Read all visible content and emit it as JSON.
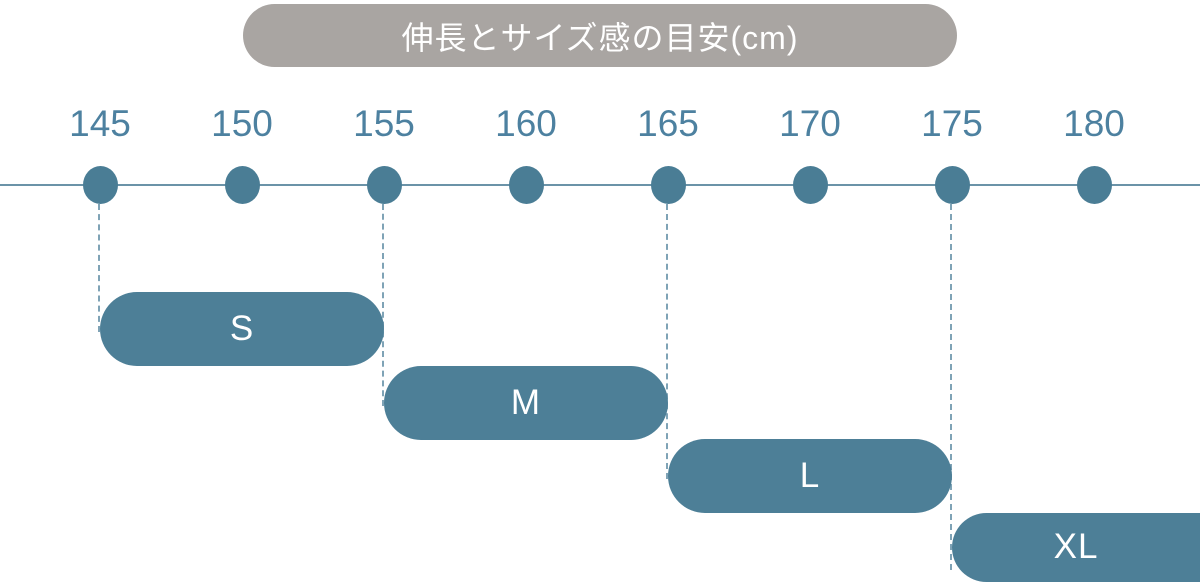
{
  "title": "伸長とサイズ感の目安(cm)",
  "chart_data": {
    "type": "bar",
    "subtype": "horizontal-stepped-range-bars",
    "title": "伸長とサイズ感の目安(cm)",
    "unit": "cm",
    "axis": {
      "orientation": "horizontal",
      "position": "top",
      "min": 145,
      "max": 180,
      "step": 5,
      "ticks": [
        145,
        150,
        155,
        160,
        165,
        170,
        175,
        180
      ],
      "tick_marker": "filled-dot"
    },
    "series": [
      {
        "name": "S",
        "start": 145,
        "end": 155
      },
      {
        "name": "M",
        "start": 155,
        "end": 165
      },
      {
        "name": "L",
        "start": 165,
        "end": 175
      },
      {
        "name": "XL",
        "start": 175,
        "end": null,
        "note": "bar runs past 180 to the chart edge (open-ended)"
      }
    ],
    "guides": {
      "style": "dashed-vertical",
      "at": [
        145,
        155,
        165,
        175
      ]
    },
    "legend": "none",
    "colors": {
      "bar": "#4d7f97",
      "bar_text": "#ffffff",
      "dot": "#4a7d95",
      "axis_line": "#6b93a8",
      "guide": "#7fa3b6",
      "tick_label": "#4d81a0",
      "title_bg": "#a9a5a2",
      "title_text": "#ffffff",
      "background": "#ffffff"
    }
  }
}
